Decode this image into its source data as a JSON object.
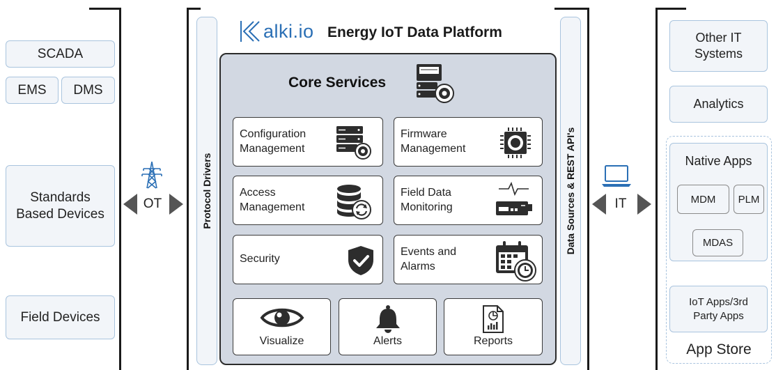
{
  "platform": {
    "logo_text": "alki.io",
    "title": "Energy IoT Data Platform"
  },
  "left": {
    "scada": "SCADA",
    "ems": "EMS",
    "dms": "DMS",
    "standards_line1": "Standards",
    "standards_line2": "Based Devices",
    "field_devices": "Field Devices"
  },
  "connectors": {
    "ot": "OT",
    "it": "IT"
  },
  "bars": {
    "protocol": "Protocol Drivers",
    "data_sources": "Data Sources & REST API's"
  },
  "core": {
    "title": "Core Services",
    "cards": [
      {
        "line1": "Configuration",
        "line2": "Management",
        "icon": "server-gear-icon"
      },
      {
        "line1": "Firmware",
        "line2": "Management",
        "icon": "chip-icon"
      },
      {
        "line1": "Access",
        "line2": "Management",
        "icon": "database-sync-icon"
      },
      {
        "line1": "Field Data",
        "line2": "Monitoring",
        "icon": "meter-pulse-icon"
      },
      {
        "line1": "Security",
        "line2": "",
        "icon": "shield-check-icon"
      },
      {
        "line1": "Events and",
        "line2": "Alarms",
        "icon": "calendar-clock-icon"
      }
    ],
    "bottom": [
      {
        "label": "Visualize",
        "icon": "eye-icon"
      },
      {
        "label": "Alerts",
        "icon": "bell-icon"
      },
      {
        "label": "Reports",
        "icon": "report-icon"
      }
    ]
  },
  "right": {
    "other_it_line1": "Other IT",
    "other_it_line2": "Systems",
    "analytics": "Analytics",
    "native_apps": "Native Apps",
    "mdm": "MDM",
    "plm": "PLM",
    "mdas": "MDAS",
    "iot_apps_line1": "IoT Apps/3rd",
    "iot_apps_line2": "Party Apps",
    "app_store": "App Store"
  }
}
